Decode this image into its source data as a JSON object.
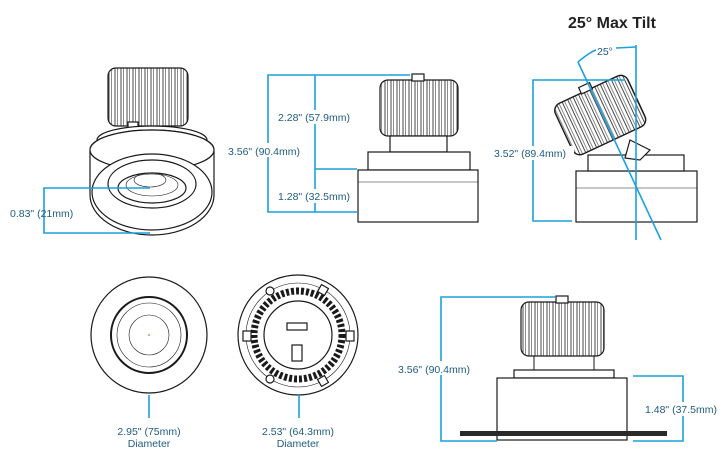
{
  "title": "25° Max Tilt",
  "tilt_angle_label": "25°",
  "views": {
    "perspective": {
      "lens_depth": "0.83\" (21mm)"
    },
    "side": {
      "overall_height": "3.56\" (90.4mm)",
      "upper_height": "2.28\" (57.9mm)",
      "lower_height": "1.28\" (32.5mm)"
    },
    "tilted": {
      "overall_height": "3.52\" (89.4mm)"
    },
    "front": {
      "diameter": "2.95\" (75mm)",
      "diameter_caption": "Diameter"
    },
    "rear": {
      "diameter": "2.53\" (64.3mm)",
      "diameter_caption": "Diameter"
    },
    "side_with_trim": {
      "overall_height": "3.56\" (90.4mm)",
      "housing_height": "1.48\" (37.5mm)"
    }
  },
  "colors": {
    "dimension_line": "#1aa2dc",
    "label_text": "#1f5c7e",
    "outline": "#1a1a1a"
  }
}
